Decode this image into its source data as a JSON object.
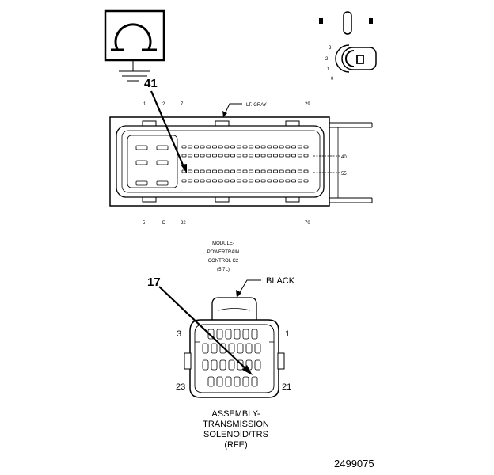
{
  "ground_symbol": {
    "icon": "ground-symbol-icon"
  },
  "ignition_switch": {
    "icon": "ignition-switch-icon",
    "positions": [
      "3",
      "2",
      "1",
      "0"
    ]
  },
  "pcm_connector": {
    "callout": "41",
    "wire_color": "LT. GRAY",
    "top_pins": [
      "1",
      "2",
      "7",
      "29"
    ],
    "bottom_pins": [
      "5",
      "D",
      "32",
      "70"
    ],
    "side_pins": [
      "40",
      "55"
    ],
    "caption": [
      "MODULE-",
      "POWERTRAIN",
      "CONTROL C2",
      "(5.7L)"
    ]
  },
  "trs_connector": {
    "callout": "17",
    "wire_color": "BLACK",
    "corner_pins": {
      "top_left": "3",
      "top_right": "1",
      "bottom_left": "23",
      "bottom_right": "21"
    },
    "caption": [
      "ASSEMBLY-",
      "TRANSMISSION",
      "SOLENOID/TRS",
      "(RFE)"
    ]
  },
  "figure_number": "2499075"
}
